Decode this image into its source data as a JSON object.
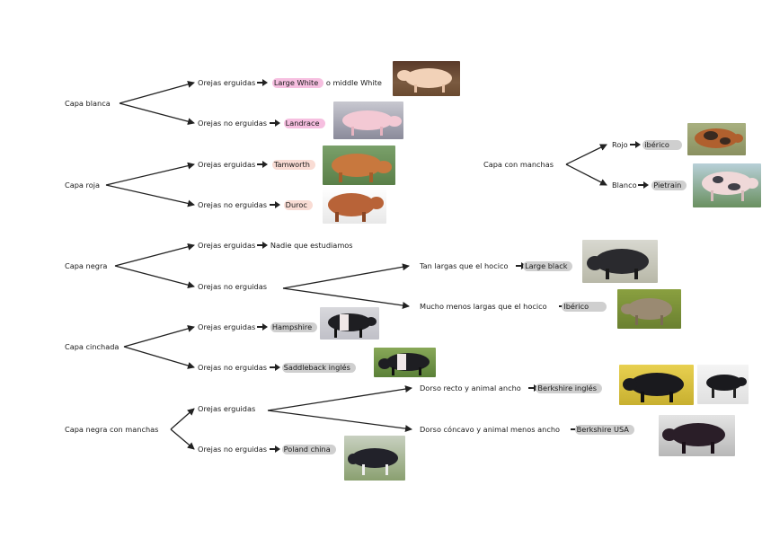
{
  "nodes": {
    "blanca": "Capa blanca",
    "roja": "Capa roja",
    "negra": "Capa negra",
    "cinchada": "Capa cinchada",
    "negra_manchas": "Capa negra con manchas",
    "manchas": "Capa con manchas"
  },
  "leaves": {
    "blanca_erg": {
      "text": "Orejas erguidas",
      "breed": "Large White",
      "suffix": "o middle White"
    },
    "blanca_no": {
      "text": "Orejas no erguidas",
      "breed": "Landrace"
    },
    "roja_erg": {
      "text": "Orejas erguidas",
      "breed": "Tamworth"
    },
    "roja_no": {
      "text": "Orejas no erguidas",
      "breed": "Duroc"
    },
    "negra_erg": {
      "text": "Orejas erguidas",
      "breed": "Nadie que estudiamos"
    },
    "negra_no": {
      "text": "Orejas no erguidas"
    },
    "negra_no_largas": {
      "text": "Tan largas que el hocico",
      "breed": "Large black"
    },
    "negra_no_menos": {
      "text": "Mucho menos largas que el hocico",
      "breed": "Ibérico"
    },
    "cinchada_erg": {
      "text": "Orejas erguidas",
      "breed": "Hampshire"
    },
    "cinchada_no": {
      "text": "Orejas no erguidas",
      "breed": "Saddleback inglés"
    },
    "nm_erg": {
      "text": "Orejas erguidas"
    },
    "nm_no": {
      "text": "Orejas no erguidas",
      "breed": "Poland china"
    },
    "nm_recto": {
      "text": "Dorso recto y animal ancho",
      "breed": "Berkshire inglés"
    },
    "nm_concavo": {
      "text": "Dorso cóncavo y animal menos ancho",
      "breed": "Berkshire USA"
    },
    "manchas_rojo": {
      "text": "Rojo",
      "breed": "ibérico"
    },
    "manchas_blanco": {
      "text": "Blanco",
      "breed": "Pietrain"
    }
  },
  "colors": {
    "highlight_pink": "#f6bfe0",
    "highlight_peach": "#f9dcd4",
    "highlight_grey": "#cfcfcf",
    "arrow": "#222222"
  }
}
